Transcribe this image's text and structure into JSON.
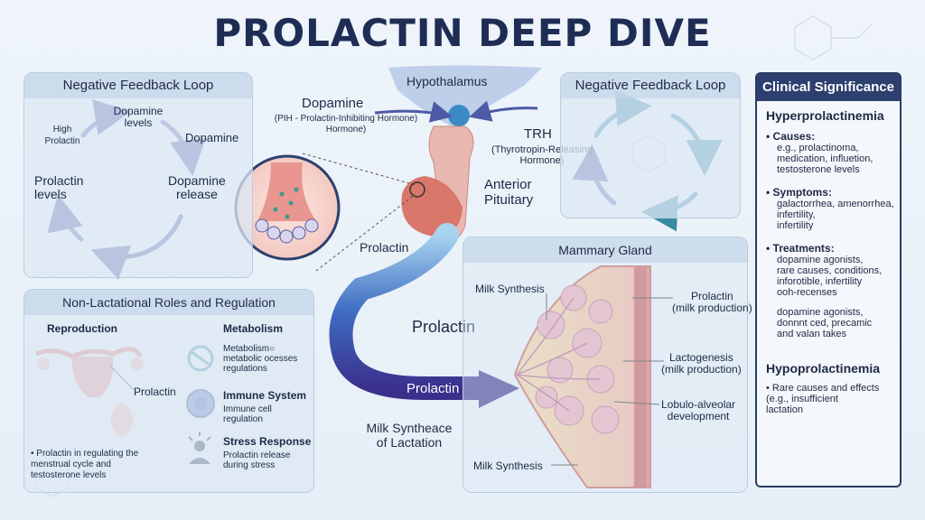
{
  "title": "PROLACTIN DEEP DIVE",
  "left_loop": {
    "heading": "Negative Feedback Loop",
    "top_label": "Dopamine\nlevels",
    "high_prolactin": "High\nProlactin",
    "dopamine": "Dopamine",
    "prolactin_levels": "Prolactin\nlevels",
    "dopamine_release": "Dopamine\nrelease"
  },
  "center": {
    "hypothalamus": "Hypothalamus",
    "dopamine_title": "Dopamine",
    "dopamine_sub": "(PIH - Prolactin-Inhibiting Hormone)\nHormone)",
    "trh_title": "TRH",
    "trh_sub": "(Thyrotropin-Releasing\nHormone)",
    "anterior": "Anterior\nPituitary",
    "prolactin_zoom": "Prolactin",
    "prolactin_stream": "Prolactin",
    "prolactin_arrow": "Prolactin",
    "milk_synth": "Milk Syntheace\nof Lactation"
  },
  "right_loop": {
    "heading": "Negative Feedback Loop"
  },
  "mammary": {
    "heading": "Mammary Gland",
    "milk_synthesis_top": "Milk Synthesis",
    "prolactin": "Prolactin\n(milk production)",
    "lactogenesis": "Lactogenesis\n(milk production)",
    "lobulo": "Lobulo-alveolar\ndevelopment",
    "milk_synthesis_bottom": "Milk Synthesis"
  },
  "non_lact": {
    "heading": "Non-Lactational Roles and Regulation",
    "reproduction": "Reproduction",
    "prolactin_label": "Prolactin",
    "repro_note": "Prolactin in regulating the\nmenstrual cycle and\ntestosterone levels",
    "metabolism_title": "Metabolism",
    "metabolism_text": "Metabolism○\nmetabolic ocesses\nregulations",
    "immune_title": "Immune System",
    "immune_text": "Immune  cell\nregulation",
    "stress_title": "Stress Response",
    "stress_text": "Prolactin release\nduring stress"
  },
  "clinical": {
    "heading": "Clinical Significance",
    "hyper": "Hyperprolactinemia",
    "causes_title": "Causes:",
    "causes_text": "e.g., prolactinoma,\nmedication, influetion,\ntestosterone levels",
    "symptoms_title": "Symptoms:",
    "symptoms_text": "galactorrhea, amenorrhea,\ninfertility,\ninfertility",
    "treatments_title": "Treatments:",
    "treatments_text": "dopamine agonists,\nrare causes, conditions,\ninforotible, infertility\nooh-recenses",
    "treatments_text2": "dopamine agonists,\ndonnnt ced, precamic\nand valan takes",
    "hypo": "Hypoprolactinemia",
    "hypo_text": "Rare causes and effects\n(e.g., insufficient\nlactation"
  },
  "colors": {
    "navy": "#2d3f6e",
    "arrow_blue": "#3a4ea0",
    "arrow_teal": "#3b8aa3",
    "tissue_pink": "#e8a9a6",
    "tissue_yellow": "#f3d59a"
  }
}
